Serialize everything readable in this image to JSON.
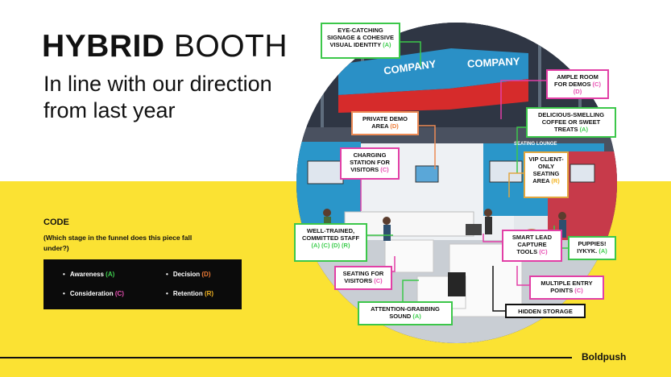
{
  "title_bold": "HYBRID",
  "title_rest": " BOOTH",
  "subtitle": "In line with our direction from last year",
  "code": {
    "heading": "CODE",
    "question": "(Which stage in the funnel does this piece fall under?)",
    "items": [
      {
        "label": "Awareness",
        "tag": "(A)"
      },
      {
        "label": "Consideration",
        "tag": "(C)"
      },
      {
        "label": "Decision",
        "tag": "(D)"
      },
      {
        "label": "Retention",
        "tag": "(R)"
      }
    ]
  },
  "booth": {
    "sign_text": "COMPANY",
    "side_sign_text": "COMPANY",
    "lounge_text": "SEATING LOUNGE"
  },
  "callouts": [
    {
      "text": "EYE-CATCHING SIGNAGE & COHESIVE VISUAL IDENTITY",
      "tags": "(A)"
    },
    {
      "text": "AMPLE ROOM FOR DEMOS",
      "tags": "(C) (D)"
    },
    {
      "text": "PRIVATE DEMO AREA",
      "tags": "(D)"
    },
    {
      "text": "DELICIOUS-SMELLING COFFEE OR SWEET TREATS",
      "tags": "(A)"
    },
    {
      "text": "CHARGING STATION FOR VISITORS",
      "tags": "(C)"
    },
    {
      "text": "VIP CLIENT-ONLY SEATING AREA",
      "tags": "(R)"
    },
    {
      "text": "WELL-TRAINED, COMMITTED STAFF",
      "tags": "(A) (C) (D) (R)"
    },
    {
      "text": "SMART LEAD CAPTURE TOOLS",
      "tags": "(C)"
    },
    {
      "text": "PUPPIES! IYKYK.",
      "tags": "(A)"
    },
    {
      "text": "SEATING FOR VISITORS",
      "tags": "(C)"
    },
    {
      "text": "MULTIPLE ENTRY POINTS",
      "tags": "(C)"
    },
    {
      "text": "ATTENTION-GRABBING SOUND",
      "tags": "(A)"
    },
    {
      "text": "HIDDEN STORAGE",
      "tags": ""
    }
  ],
  "brand": "Boldpush",
  "colors": {
    "yellow": "#fbe233",
    "awareness": "#3fce4f",
    "consideration": "#e84fb3",
    "decision": "#ec7a35",
    "retention": "#f2b322"
  }
}
